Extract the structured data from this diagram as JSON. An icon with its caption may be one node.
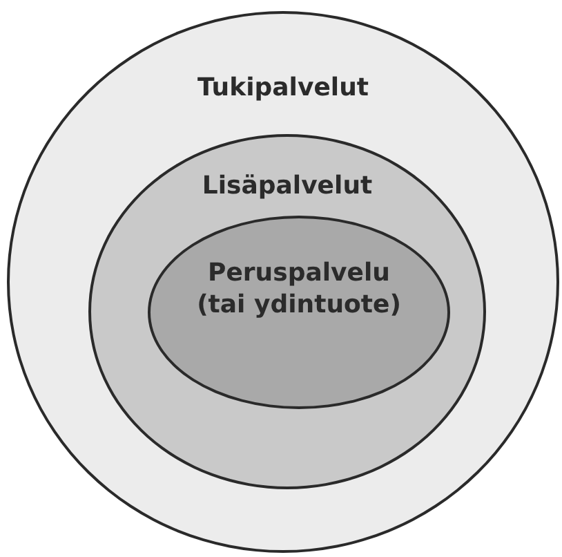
{
  "diagram": {
    "nodes": [
      {
        "text": [
          "Tukipalvelut"
        ]
      },
      {
        "text": [
          "Lisäpalvelut"
        ],
        "in": 0
      },
      {
        "text": [
          "Peruspalvelu (tai ydintuote)"
        ],
        "in": 1
      }
    ]
  }
}
